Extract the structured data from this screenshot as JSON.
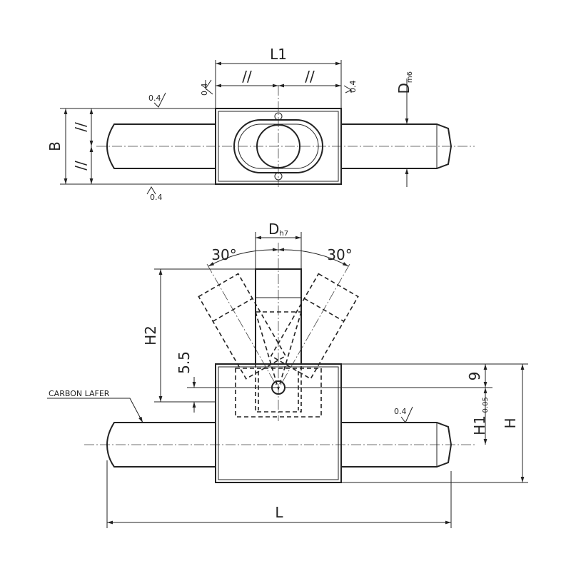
{
  "drawing": {
    "top_view": {
      "dim_L1": "L1",
      "dim_B": "B",
      "dim_D": "D",
      "dim_D_tol": "m6",
      "parallel_mark": "//",
      "roughness": "0.4"
    },
    "front_view": {
      "dim_D": "D",
      "dim_D_tol": "h7",
      "angle_left": "30°",
      "angle_right": "30°",
      "dim_H2": "H2",
      "dim_5_5": "5.5",
      "dim_9": "9",
      "dim_H1": "H1",
      "dim_H1_tol": "-0.05",
      "dim_H": "H",
      "dim_L": "L",
      "note_carbon": "CARBON LAFER",
      "roughness": "0.4"
    }
  }
}
